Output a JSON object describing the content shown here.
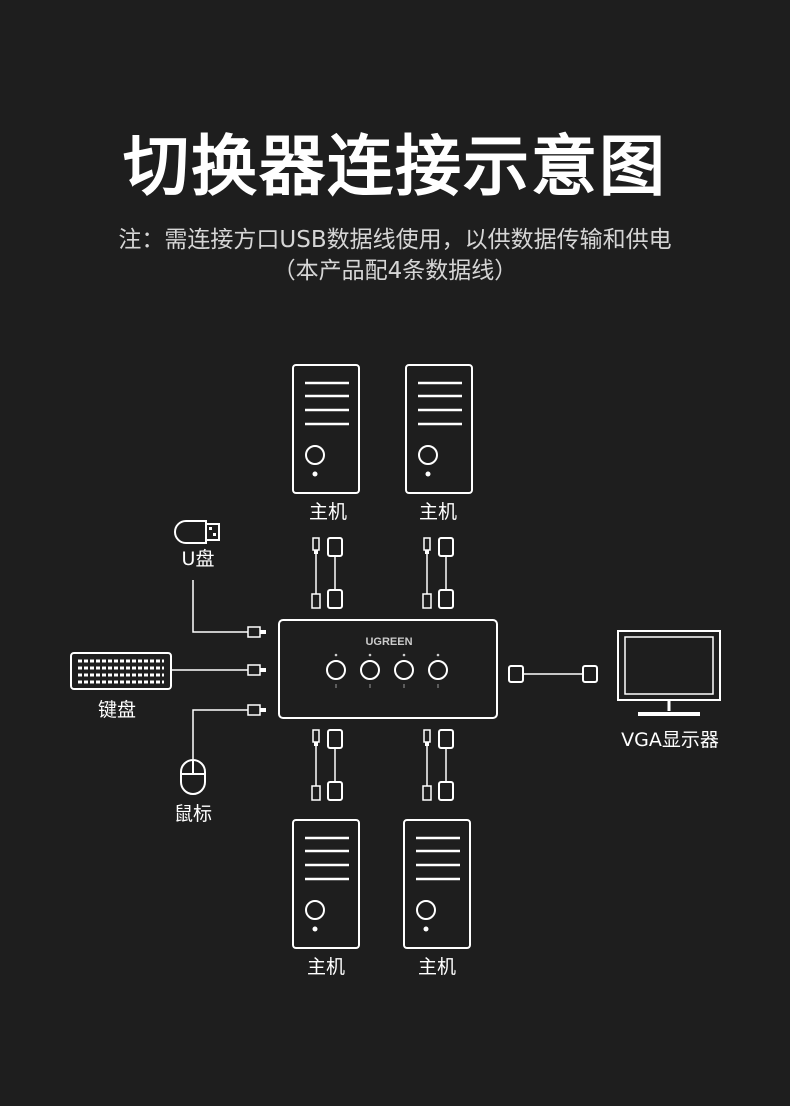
{
  "title": "切换器连接示意图",
  "note_line1": "注：需连接方口USB数据线使用，以供数据传输和供电",
  "note_line2": "（本产品配4条数据线）",
  "labels": {
    "host": "主机",
    "usb_drive": "U盘",
    "keyboard": "键盘",
    "mouse": "鼠标",
    "monitor": "VGA显示器"
  },
  "switch_brand": "UGREEN"
}
